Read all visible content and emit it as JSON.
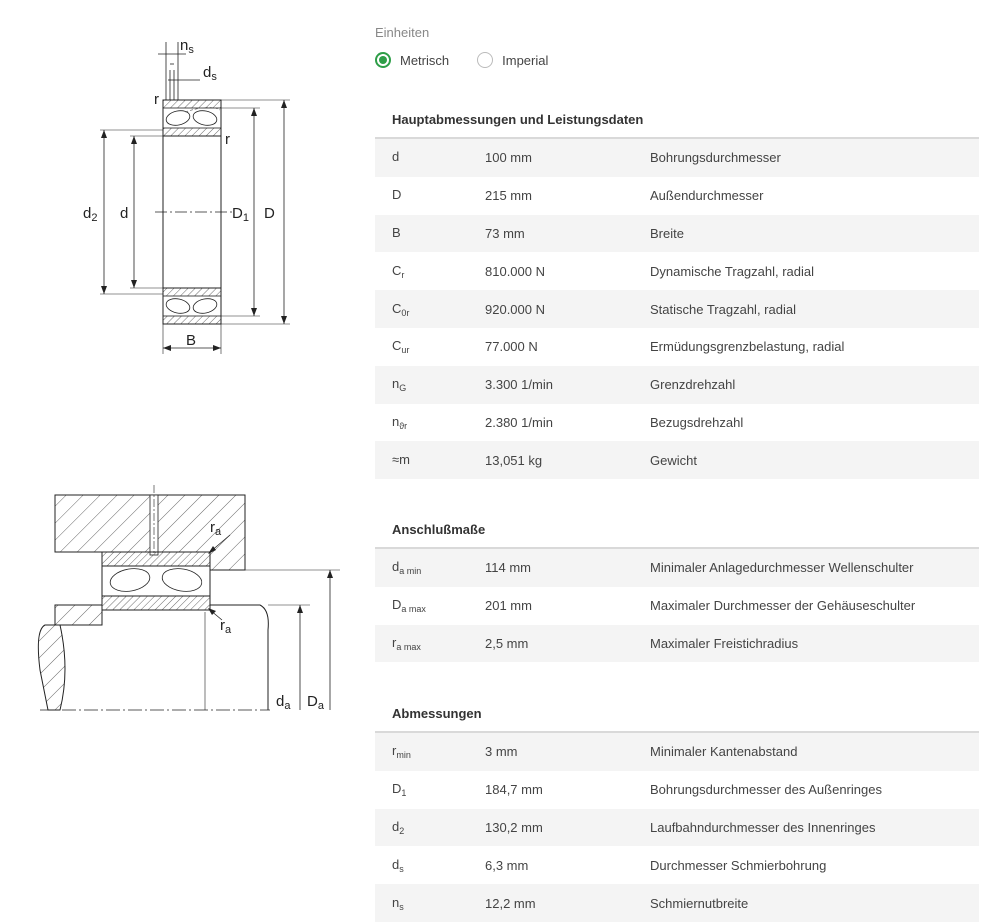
{
  "units": {
    "title": "Einheiten",
    "options": [
      {
        "label": "Metrisch",
        "selected": true
      },
      {
        "label": "Imperial",
        "selected": false
      }
    ]
  },
  "sections": [
    {
      "title": "Hauptabmessungen und Leistungsdaten",
      "rows": [
        {
          "sym": "d",
          "sub": "",
          "value": "100 mm",
          "desc": "Bohrungsdurchmesser"
        },
        {
          "sym": "D",
          "sub": "",
          "value": "215 mm",
          "desc": "Außendurchmesser"
        },
        {
          "sym": "B",
          "sub": "",
          "value": "73 mm",
          "desc": "Breite"
        },
        {
          "sym": "C",
          "sub": "r",
          "value": "810.000 N",
          "desc": "Dynamische Tragzahl, radial"
        },
        {
          "sym": "C",
          "sub": "0r",
          "value": "920.000 N",
          "desc": "Statische Tragzahl, radial"
        },
        {
          "sym": "C",
          "sub": "ur",
          "value": "77.000 N",
          "desc": "Ermüdungsgrenzbelastung, radial"
        },
        {
          "sym": "n",
          "sub": "G",
          "value": "3.300 1/min",
          "desc": "Grenzdrehzahl"
        },
        {
          "sym": "n",
          "sub": "ϑr",
          "value": "2.380 1/min",
          "desc": "Bezugsdrehzahl"
        },
        {
          "sym": "≈m",
          "sub": "",
          "value": "13,051 kg",
          "desc": "Gewicht"
        }
      ]
    },
    {
      "title": "Anschlußmaße",
      "rows": [
        {
          "sym": "d",
          "sub": "a min",
          "value": "114 mm",
          "desc": "Minimaler Anlagedurchmesser Wellenschulter"
        },
        {
          "sym": "D",
          "sub": "a max",
          "value": "201 mm",
          "desc": "Maximaler Durchmesser der Gehäuseschulter"
        },
        {
          "sym": "r",
          "sub": "a max",
          "value": "2,5 mm",
          "desc": "Maximaler Freistichradius"
        }
      ]
    },
    {
      "title": "Abmessungen",
      "rows": [
        {
          "sym": "r",
          "sub": "min",
          "value": "3 mm",
          "desc": "Minimaler Kantenabstand"
        },
        {
          "sym": "D",
          "sub": "1",
          "value": "184,7 mm",
          "desc": "Bohrungsdurchmesser des Außenringes"
        },
        {
          "sym": "d",
          "sub": "2",
          "value": "130,2 mm",
          "desc": "Laufbahndurchmesser des Innenringes"
        },
        {
          "sym": "d",
          "sub": "s",
          "value": "6,3 mm",
          "desc": "Durchmesser Schmierbohrung"
        },
        {
          "sym": "n",
          "sub": "s",
          "value": "12,2 mm",
          "desc": "Schmiernutbreite"
        }
      ]
    }
  ],
  "drawing_top": {
    "labels": {
      "ns": "n",
      "ns_sub": "s",
      "ds": "d",
      "ds_sub": "s",
      "r1": "r",
      "r2": "r",
      "d2": "d",
      "d2_sub": "2",
      "d": "d",
      "D1": "D",
      "D1_sub": "1",
      "D": "D",
      "B": "B"
    }
  },
  "drawing_bottom": {
    "labels": {
      "ra1": "r",
      "ra1_sub": "a",
      "ra2": "r",
      "ra2_sub": "a",
      "da": "d",
      "da_sub": "a",
      "Da": "D",
      "Da_sub": "a"
    }
  }
}
